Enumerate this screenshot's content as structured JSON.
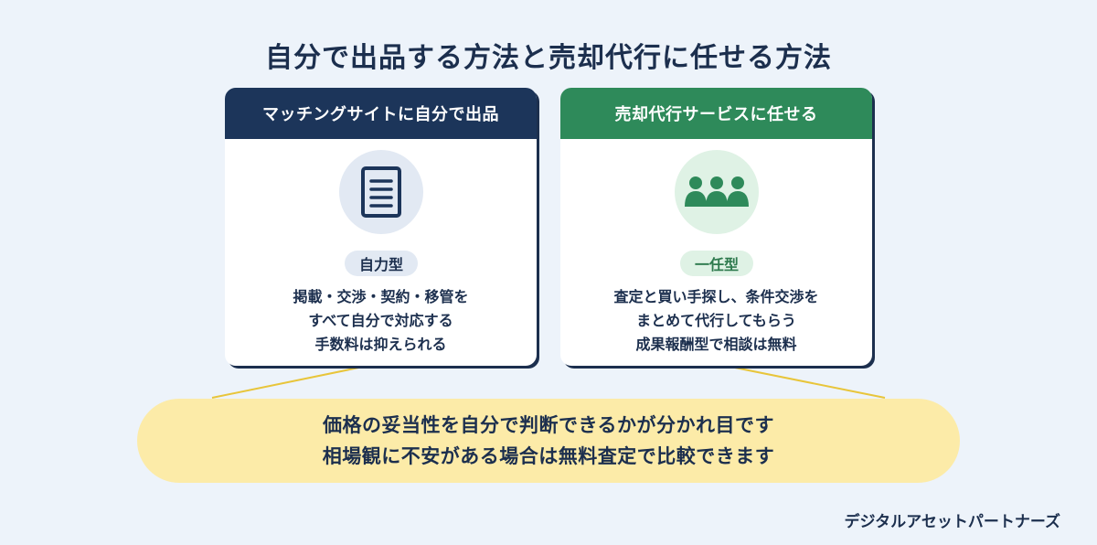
{
  "title": "自分で出品する方法と売却代行に任せる方法",
  "colors": {
    "navy": "#1c355a",
    "green": "#2e8a5a",
    "highlight": "#fceba8",
    "connector": "#e8c53a"
  },
  "left_card": {
    "header": "マッチングサイトに自分で出品",
    "icon": "document-icon",
    "badge": "自力型",
    "lines": [
      "掲載・交渉・契約・移管を",
      "すべて自分で対応する",
      "手数料は抑えられる"
    ]
  },
  "right_card": {
    "header": "売却代行サービスに任せる",
    "icon": "people-group-icon",
    "badge": "一任型",
    "lines": [
      "査定と買い手探し、条件交渉を",
      "まとめて代行してもらう",
      "成果報酬型で相談は無料"
    ]
  },
  "summary": {
    "lines": [
      "価格の妥当性を自分で判断できるかが分かれ目です",
      "相場観に不安がある場合は無料査定で比較できます"
    ]
  },
  "brand": "デジタルアセットパートナーズ"
}
